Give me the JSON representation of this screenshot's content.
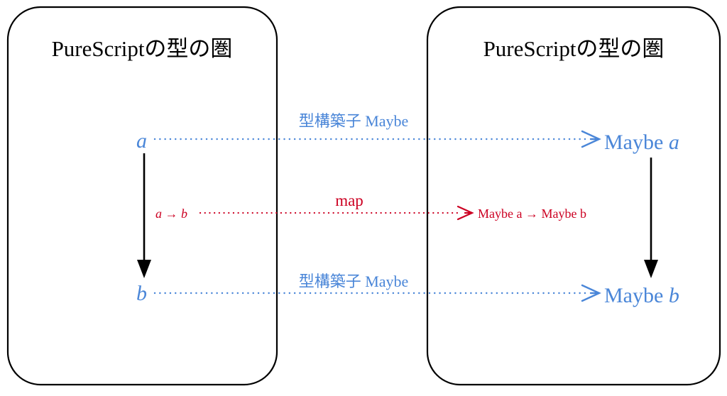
{
  "diagram": {
    "kind": "commutative-diagram",
    "background": "#ffffff",
    "colors": {
      "blue": "#4a86d8",
      "red": "#cc0022",
      "black": "#000000"
    },
    "categories": [
      {
        "id": "source",
        "title": "PureScriptの型の圏"
      },
      {
        "id": "target",
        "title": "PureScriptの型の圏"
      }
    ],
    "objects": {
      "source_top": "a",
      "source_bottom": "b",
      "target_top_prefix": "Maybe ",
      "target_top_var": "a",
      "target_bottom_prefix": "Maybe ",
      "target_bottom_var": "b"
    },
    "morphisms": {
      "source_vertical": "a → b",
      "target_vertical": "Maybe a → Maybe b"
    },
    "functor_labels": {
      "top": "型構築子 Maybe",
      "bottom": "型構築子 Maybe"
    },
    "map_label": "map"
  }
}
